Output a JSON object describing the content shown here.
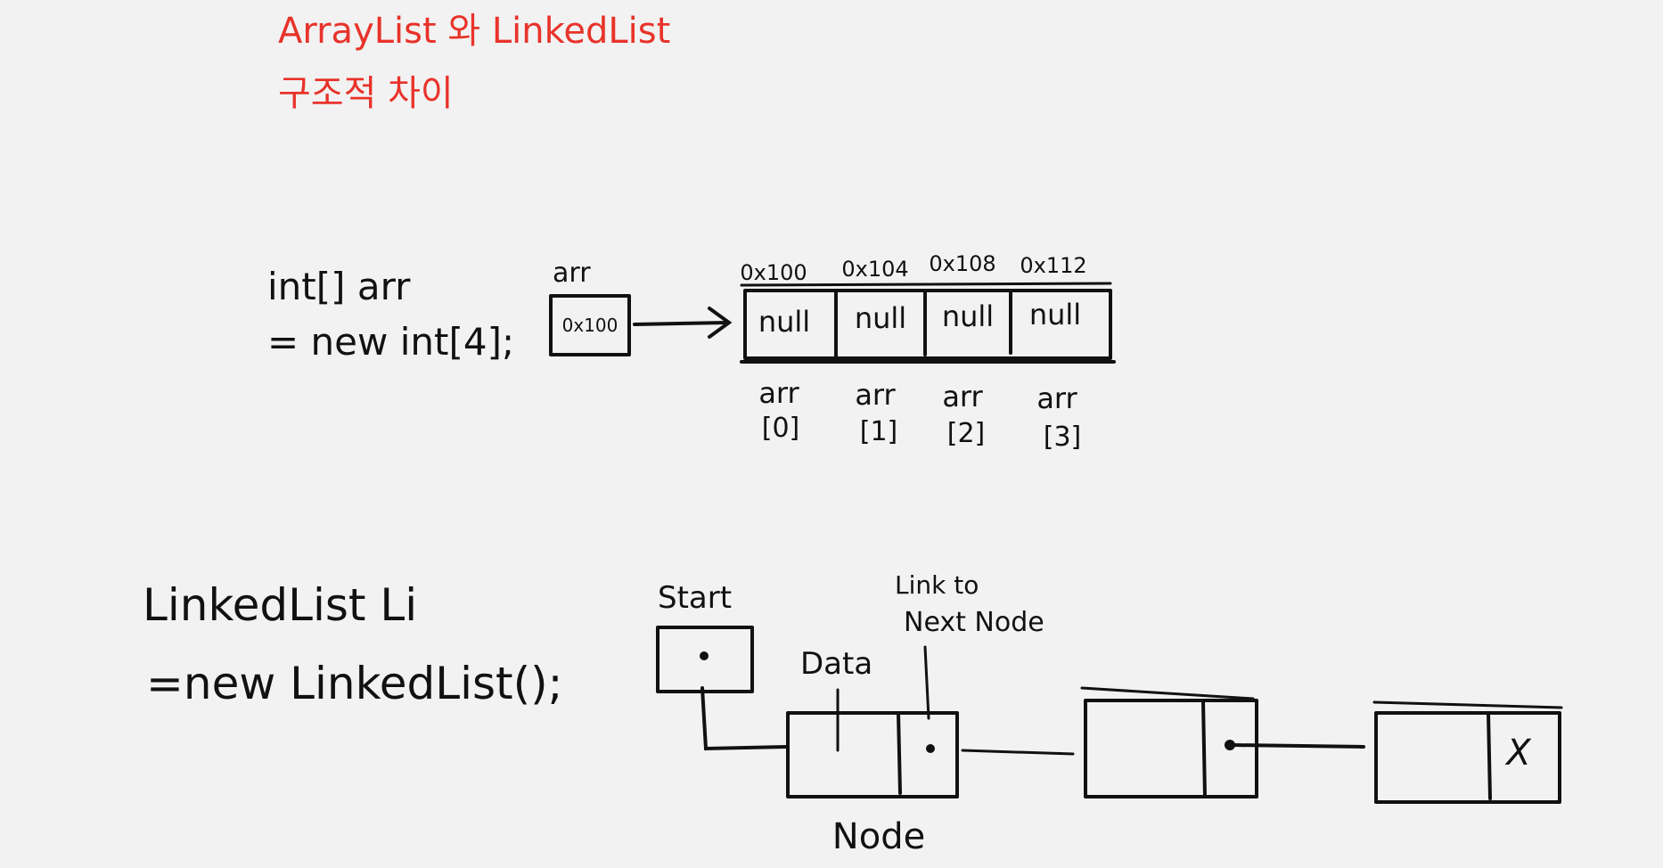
{
  "title": {
    "line1": "ArrayList 와 LinkedList",
    "line2": "구조적 차이"
  },
  "colors": {
    "title": "#e8332a",
    "ink": "#111111",
    "paper": "#f2f2f2"
  },
  "array_section": {
    "code_line1": "int[] arr",
    "code_line2": "= new int[4];",
    "ref_label": "arr",
    "ref_value": "0x100",
    "addresses": [
      "0x100",
      "0x104",
      "0x108",
      "0x112"
    ],
    "cells": [
      "null",
      "null",
      "null",
      "null"
    ],
    "index_top": [
      "arr",
      "arr",
      "arr",
      "arr"
    ],
    "index_bottom": [
      "[0]",
      "[1]",
      "[2]",
      "[3]"
    ]
  },
  "linked_section": {
    "code_line1": "LinkedList Li",
    "code_line2": "=new LinkedList();",
    "start_label": "Start",
    "data_label": "Data",
    "link_label_line1": "Link to",
    "link_label_line2": "Next Node",
    "node_label": "Node",
    "end_marker": "X"
  }
}
